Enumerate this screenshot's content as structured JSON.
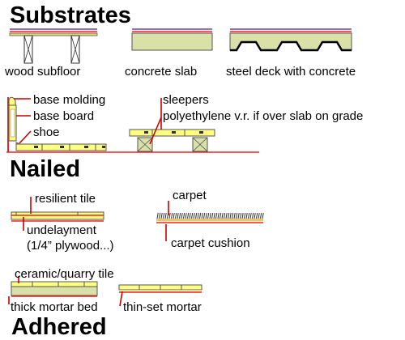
{
  "headings": {
    "substrates": "Substrates",
    "nailed": "Nailed",
    "adhered": "Adhered"
  },
  "substrates": {
    "wood_subfloor": "wood subfloor",
    "concrete_slab": "concrete slab",
    "steel_deck": "steel deck with concrete"
  },
  "wall_base": {
    "base_molding": "base molding",
    "base_board": "base board",
    "shoe": "shoe"
  },
  "sleepers": {
    "sleepers": "sleepers",
    "vapor_retarder": "polyethylene v.r. if over slab on grade"
  },
  "resilient": {
    "resilient_tile": "resilient tile",
    "underlayment": "undelayment",
    "underlayment_note": "(1/4” plywood...)"
  },
  "carpet": {
    "carpet": "carpet",
    "carpet_cushion": "carpet cushion"
  },
  "ceramic": {
    "ceramic_tile": "ceramic/quarry tile",
    "thick_mortar": "thick mortar bed",
    "thin_set": "thin-set mortar"
  },
  "colors": {
    "leader": "#cc0000",
    "sheet": "#ffff80",
    "concrete": "#d9e0a8",
    "red_line": "#ee2222",
    "purple_line": "#7040a0"
  }
}
